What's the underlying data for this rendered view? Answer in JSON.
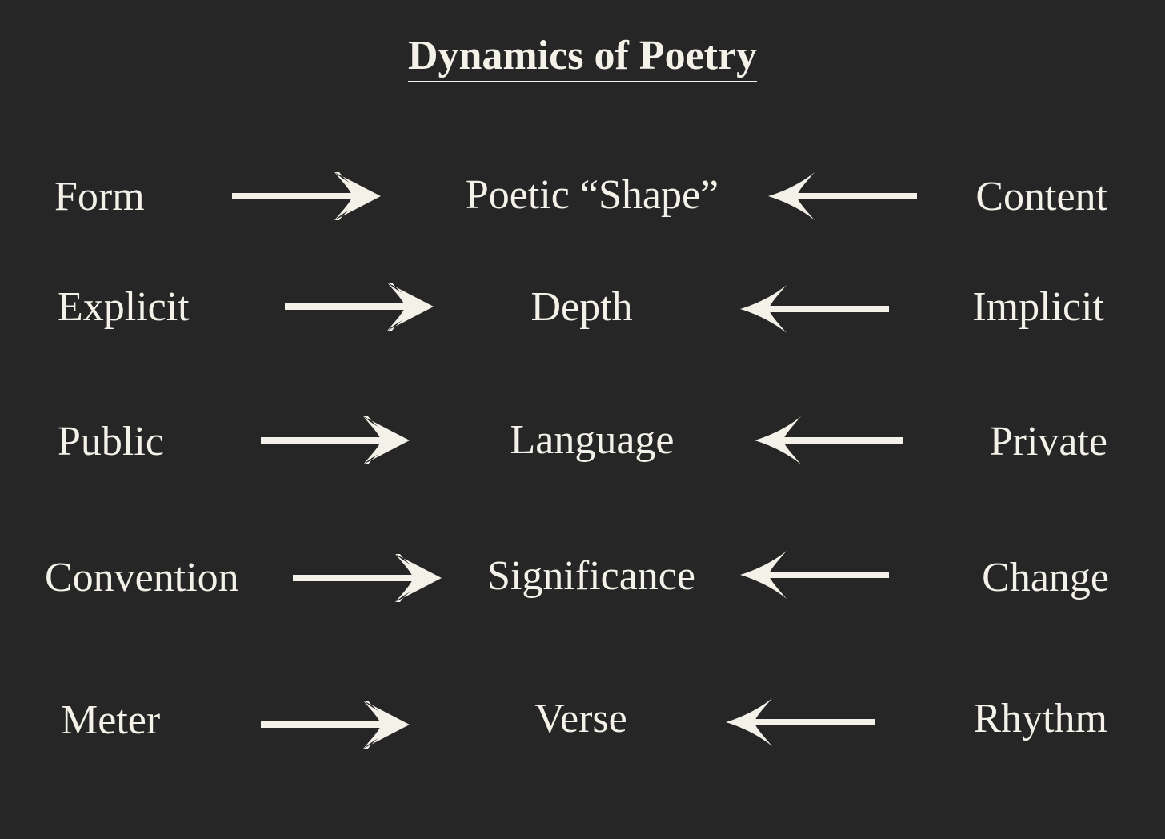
{
  "title": "Dynamics of Poetry",
  "color": "#f3f1e8",
  "background": "#262626",
  "rows": [
    {
      "left": "Form",
      "center": "Poetic “Shape”",
      "right": "Content"
    },
    {
      "left": "Explicit",
      "center": "Depth",
      "right": "Implicit"
    },
    {
      "left": "Public",
      "center": "Language",
      "right": "Private"
    },
    {
      "left": "Convention",
      "center": "Significance",
      "right": "Change"
    },
    {
      "left": "Meter",
      "center": "Verse",
      "right": "Rhythm"
    }
  ]
}
